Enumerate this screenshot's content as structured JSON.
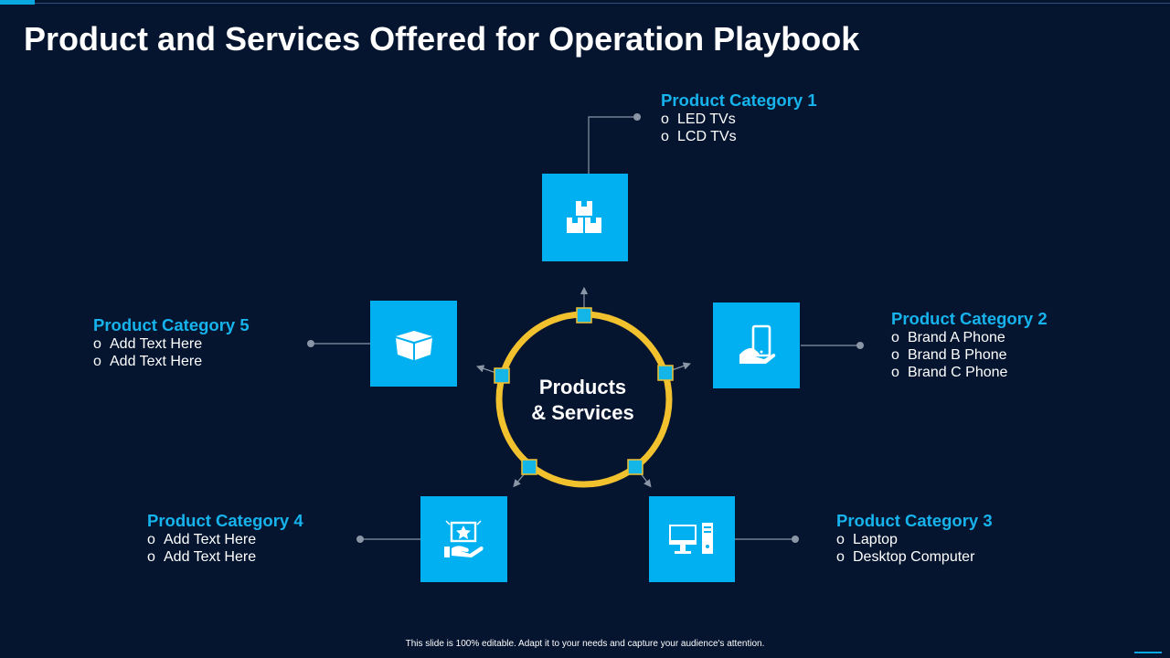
{
  "slide": {
    "title": "Product and Services Offered for Operation Playbook",
    "footer": "This slide is 100% editable.  Adapt it to your needs and capture your audience's attention."
  },
  "hub": {
    "line1": "Products",
    "line2": "& Services",
    "ring_color": "#f2c12e",
    "node_color": "#14b6e8"
  },
  "colors": {
    "background": "#051530",
    "accent": "#00b0f0",
    "category_title": "#16b3ec",
    "connector": "#8a95a5"
  },
  "bullet_symbol": "o",
  "categories": [
    {
      "title": "Product Category  1",
      "icon": "boxes-icon",
      "items": [
        "LED TVs",
        "LCD TVs"
      ]
    },
    {
      "title": "Product Category 2",
      "icon": "hand-holding-phone-icon",
      "items": [
        "Brand A Phone",
        "Brand B Phone",
        "Brand C Phone"
      ]
    },
    {
      "title": "Product Category 3",
      "icon": "desktop-computer-icon",
      "items": [
        "Laptop",
        "Desktop Computer"
      ]
    },
    {
      "title": "Product Category 4",
      "icon": "hand-star-product-icon",
      "items": [
        "Add Text Here",
        "Add Text Here"
      ]
    },
    {
      "title": "Product Category 5",
      "icon": "open-box-icon",
      "items": [
        "Add Text Here",
        "Add Text Here"
      ]
    }
  ]
}
